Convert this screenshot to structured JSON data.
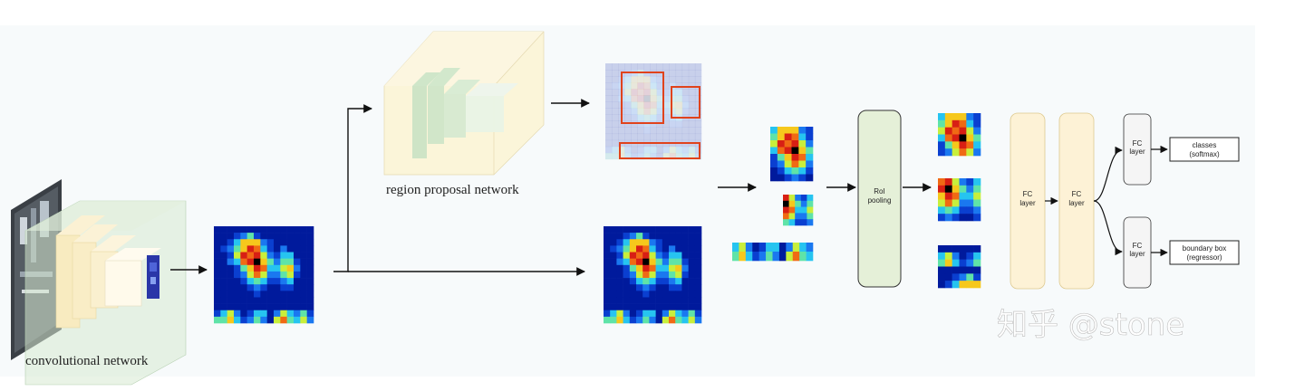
{
  "labels": {
    "convolutional_network": "convolutional network",
    "region_proposal_network": "region proposal network",
    "roi_pooling_line1": "RoI",
    "roi_pooling_line2": "pooling",
    "fc_line1": "FC",
    "fc_line2": "layer",
    "classes_line1": "classes",
    "classes_line2": "(softmax)",
    "bbox_line1": "boundary box",
    "bbox_line2": "(regressor)",
    "watermark": "知乎 @stone"
  },
  "colors": {
    "cnn_block": "#f9efc9",
    "green_block": "#cfe6c9",
    "rpn_block": "#fbf3d2",
    "proposal_box": "#e0431c",
    "roi_box": "#e5f0d8",
    "fc_box": "#fdf2d6",
    "heat_bg": "#001a9c"
  },
  "icons": [
    "arrow-icon"
  ]
}
